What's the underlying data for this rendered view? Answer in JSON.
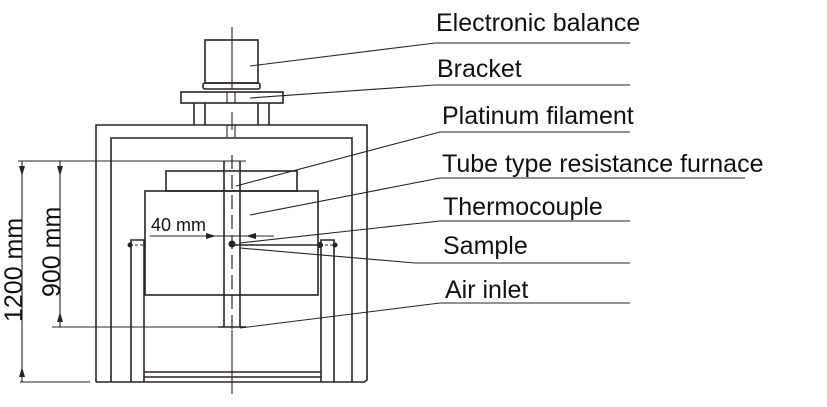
{
  "diagram": {
    "labels": [
      {
        "id": "electronic-balance",
        "text": "Electronic balance"
      },
      {
        "id": "bracket",
        "text": "Bracket"
      },
      {
        "id": "platinum-filament",
        "text": "Platinum filament"
      },
      {
        "id": "tube-furnace",
        "text": "Tube type resistance furnace"
      },
      {
        "id": "thermocouple",
        "text": "Thermocouple"
      },
      {
        "id": "sample",
        "text": "Sample"
      },
      {
        "id": "air-inlet",
        "text": "Air inlet"
      }
    ],
    "dimensions": {
      "total_height": "1200 mm",
      "inner_height": "900 mm",
      "offset": "40 mm"
    }
  }
}
